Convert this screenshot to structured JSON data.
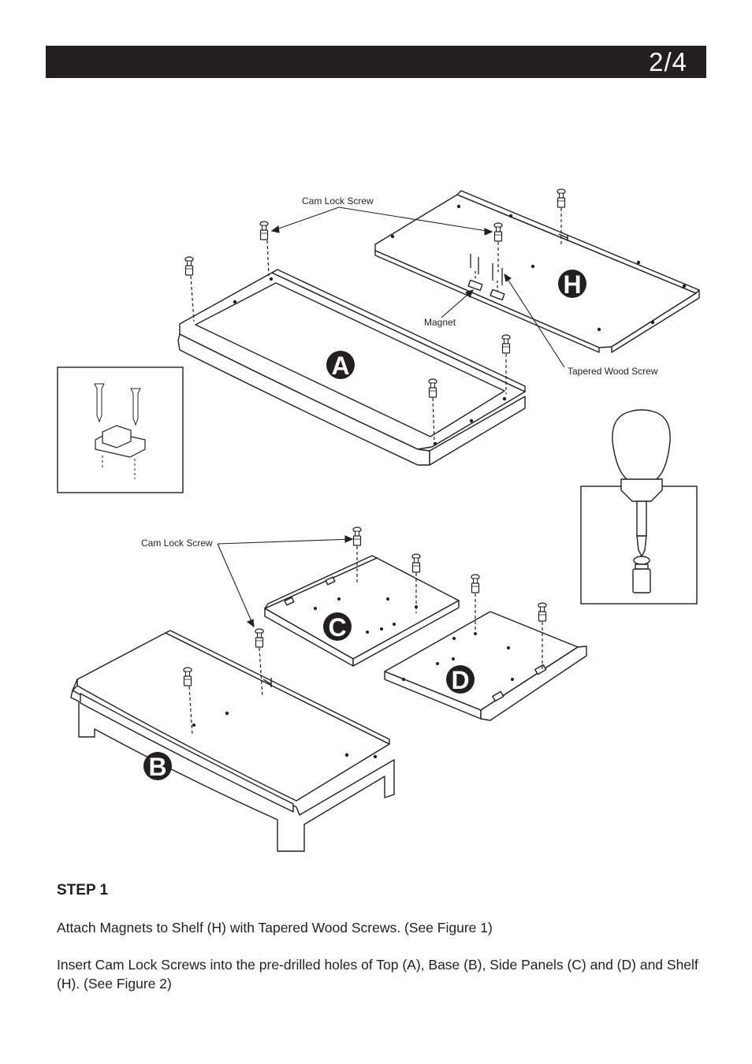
{
  "header": {
    "page_number": "2/4"
  },
  "figure": {
    "labels": {
      "cam_lock_top": "Cam Lock Screw",
      "cam_lock_bottom": "Cam Lock Screw",
      "magnet": "Magnet",
      "tapered": "Tapered Wood Screw"
    },
    "parts": {
      "a": "A",
      "b": "B",
      "c": "C",
      "d": "D",
      "h": "H"
    }
  },
  "step": {
    "title": "STEP 1",
    "paragraph1": "Attach Magnets to Shelf (H) with Tapered Wood Screws. (See Figure 1)",
    "paragraph2": "Insert Cam Lock Screws into the pre-drilled holes of Top (A), Base (B), Side Panels (C) and (D) and Shelf (H). (See Figure 2)"
  }
}
